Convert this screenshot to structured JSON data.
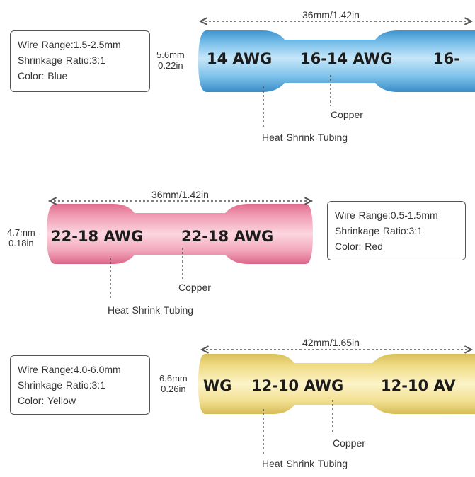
{
  "connectors": [
    {
      "id": "blue",
      "colors": {
        "light": "#bfe2f6",
        "mid": "#72bce8",
        "dark": "#3f94cf",
        "band": "#5aa8dd"
      },
      "specs": [
        "Wire Range:1.5-2.5mm",
        "Shrinkage Ratio:3:1",
        "Color:  Blue"
      ],
      "length": "36mm/1.42in",
      "diameter_mm": "5.6mm",
      "diameter_in": "0.22in",
      "markings": [
        "14 AWG",
        "16-14 AWG",
        "16-"
      ],
      "callouts": {
        "copper": "Copper",
        "tubing": "Heat  Shrink  Tubing"
      }
    },
    {
      "id": "red",
      "colors": {
        "light": "#fbd0dc",
        "mid": "#f09db4",
        "dark": "#e06d8e",
        "band": "#ec90aa"
      },
      "specs": [
        "Wire  Range:0.5-1.5mm",
        "Shrinkage  Ratio:3:1",
        "Color:  Red"
      ],
      "length": "36mm/1.42in",
      "diameter_mm": "4.7mm",
      "diameter_in": "0.18in",
      "markings": [
        "22-18 AWG",
        "22-18 AWG"
      ],
      "callouts": {
        "copper": "Copper",
        "tubing": "Heat  Shrink  Tubing"
      }
    },
    {
      "id": "yellow",
      "colors": {
        "light": "#fbf0be",
        "mid": "#f2df8c",
        "dark": "#dcc460",
        "band": "#ecd67c"
      },
      "specs": [
        "Wire  Range:4.0-6.0mm",
        "Shrinkage  Ratio:3:1",
        "Color:  Yellow"
      ],
      "length": "42mm/1.65in",
      "diameter_mm": "6.6mm",
      "diameter_in": "0.26in",
      "markings": [
        "WG",
        "12-10 AWG",
        "12-10 AV"
      ],
      "callouts": {
        "copper": "Copper",
        "tubing": "Heat  Shrink  Tubing"
      }
    }
  ]
}
